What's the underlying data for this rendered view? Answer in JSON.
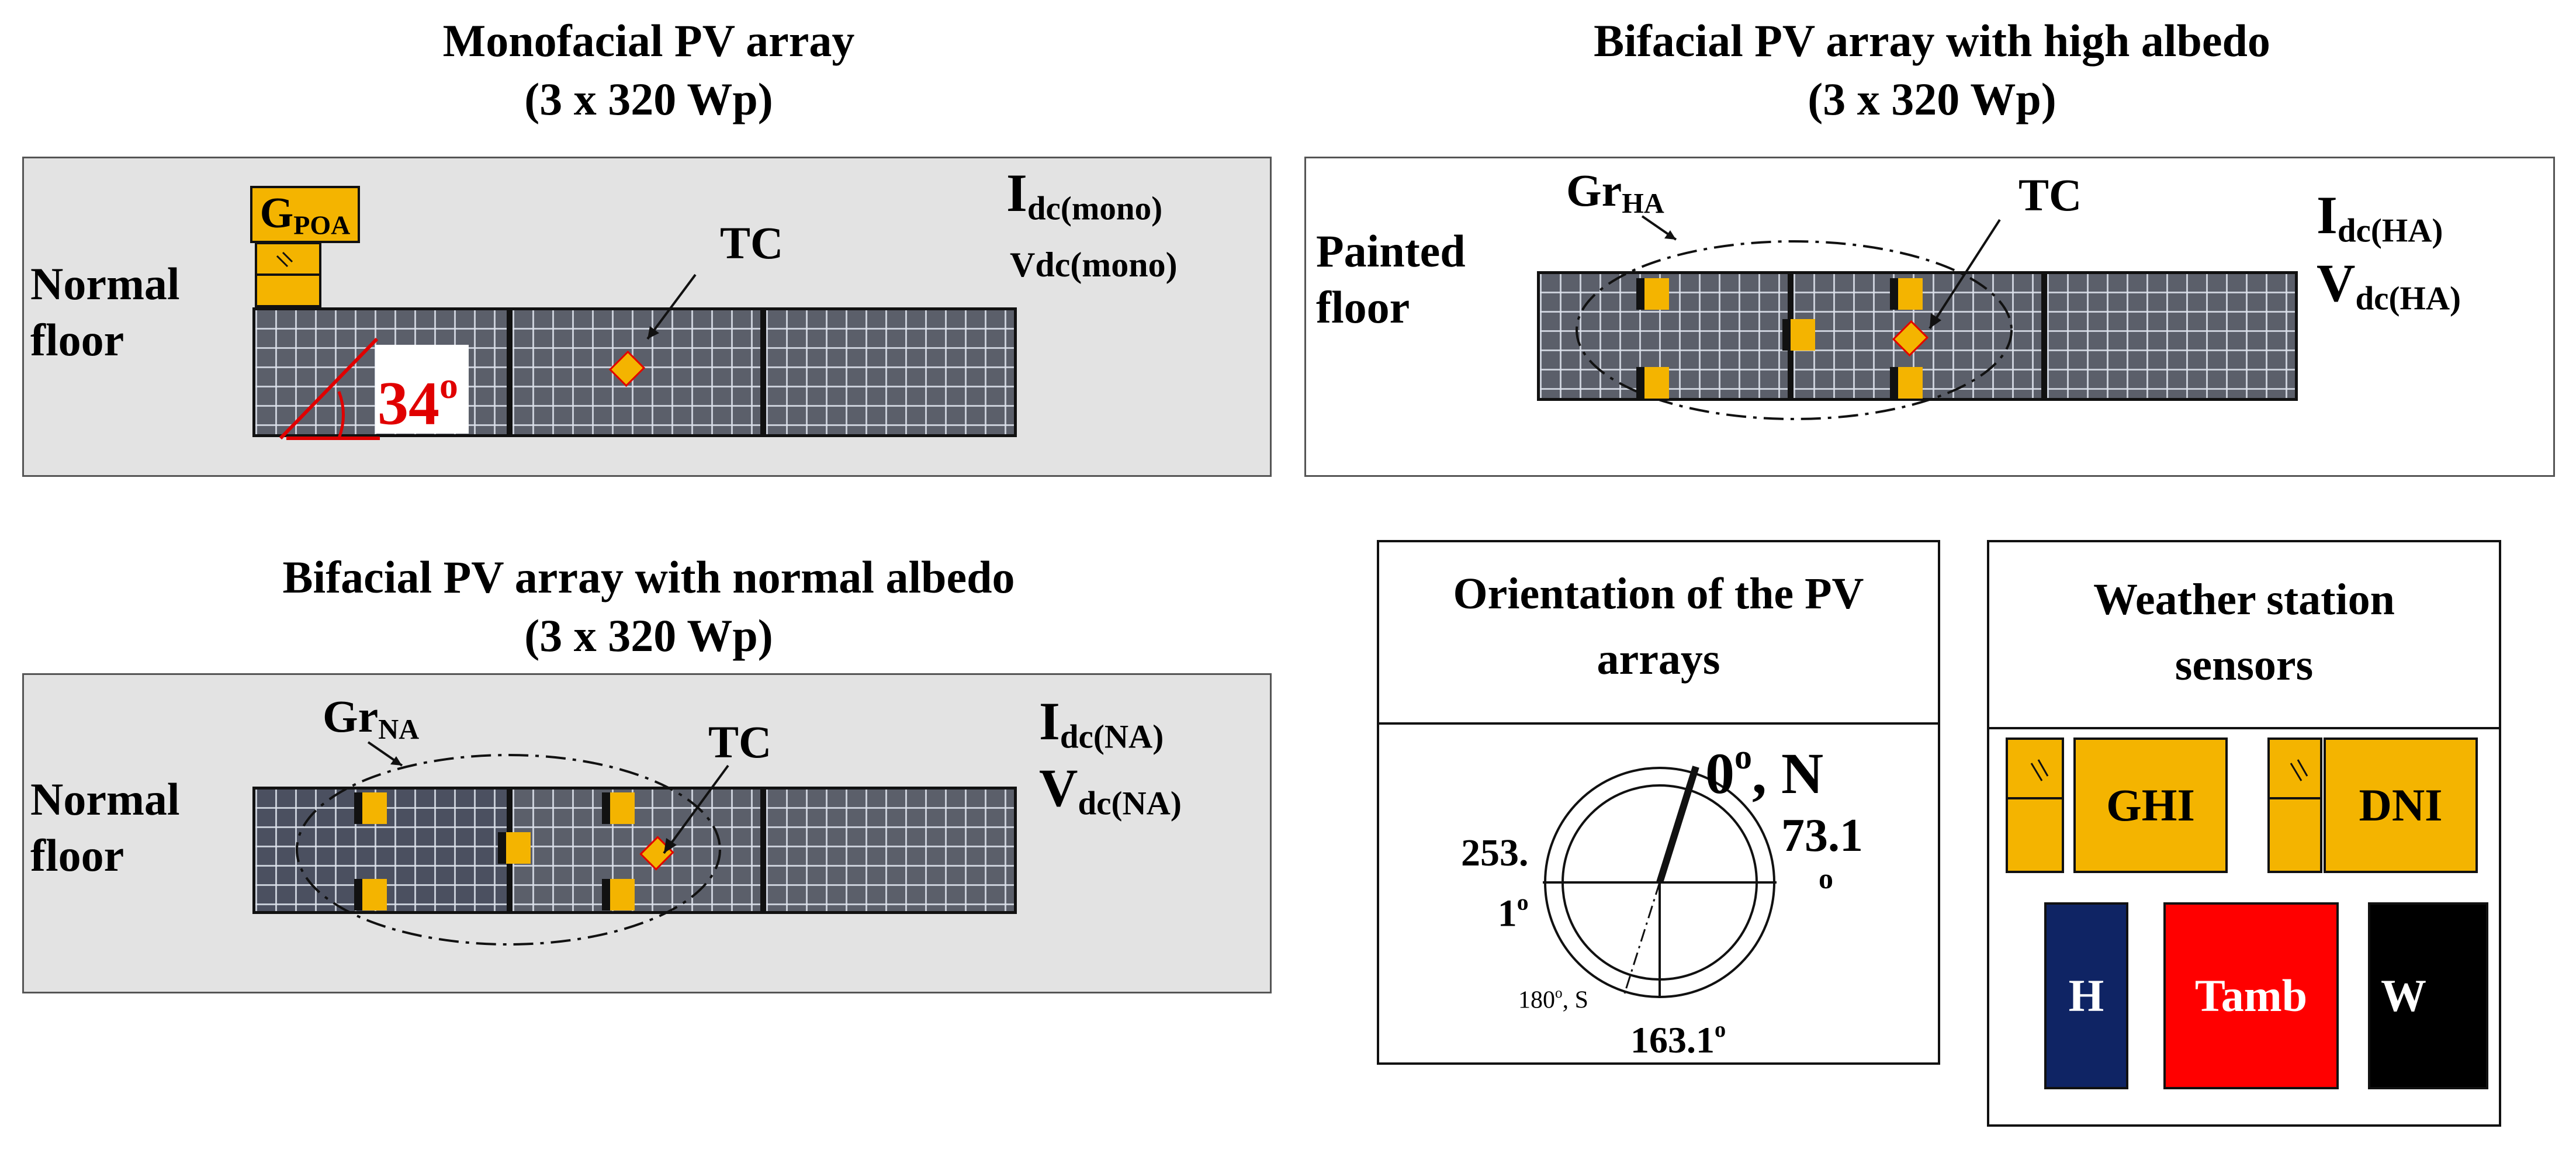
{
  "colors": {
    "panel_bg": "#e3e3e3",
    "sensor_yellow": "#f4b400",
    "humidity_blue": "#0f2464",
    "tamb_red": "#ff0000",
    "wind_black": "#000000",
    "angle_red": "#e00000"
  },
  "mono": {
    "title_line1": "Monofacial PV array",
    "title_line2": "(3 x 320 Wp)",
    "floor_line1": "Normal",
    "floor_line2": "floor",
    "gpoa_main": "G",
    "gpoa_sub": "POA",
    "tc": "TC",
    "i_main": "I",
    "i_sub": "dc(mono)",
    "v_label": "Vdc(mono)",
    "tilt": "34",
    "tilt_sup": "o"
  },
  "ha": {
    "title_line1": "Bifacial PV array with high albedo",
    "title_line2": "(3 x 320 Wp)",
    "floor_line1": "Painted",
    "floor_line2": "floor",
    "gr_main": "Gr",
    "gr_sub": "HA",
    "tc": "TC",
    "i_main": "I",
    "i_sub": "dc(HA)",
    "v_main": "V",
    "v_sub": "dc(HA)"
  },
  "na": {
    "title_line1": "Bifacial PV array with normal albedo",
    "title_line2": "(3 x 320 Wp)",
    "floor_line1": "Normal",
    "floor_line2": "floor",
    "gr_main": "Gr",
    "gr_sub": "NA",
    "tc": "TC",
    "i_main": "I",
    "i_sub": "dc(NA)",
    "v_main": "V",
    "v_sub": "dc(NA)"
  },
  "orientation": {
    "title_line1": "Orientation of the PV",
    "title_line2": "arrays",
    "north": "0",
    "north_sup": "o",
    "north_suffix": ", N",
    "right_value": "73.1",
    "right_sup": "o",
    "left_value": "253.",
    "left_value2": "1",
    "left_sup": "o",
    "south_label": "180",
    "south_sup": "o",
    "south_suffix": ", S",
    "bottom_value": "163.1",
    "bottom_sup": "o"
  },
  "weather": {
    "title_line1": "Weather station",
    "title_line2": "sensors",
    "ghi": "GHI",
    "dni": "DNI",
    "humidity": "H",
    "tamb": "Tamb",
    "wind": "W"
  }
}
